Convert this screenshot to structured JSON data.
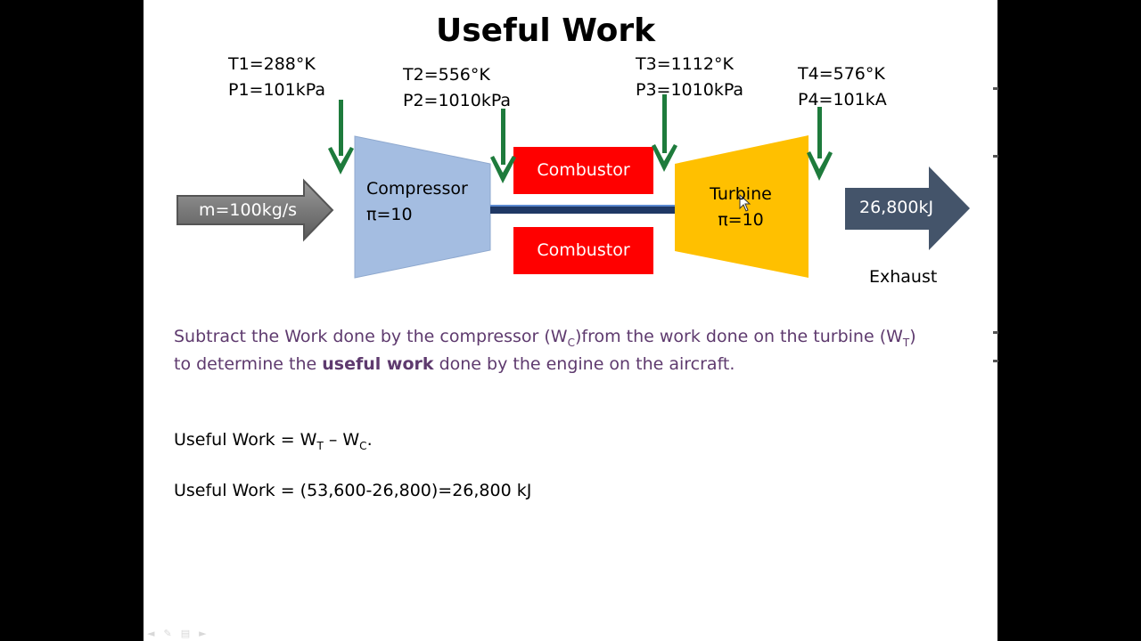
{
  "title": "Useful Work",
  "states": {
    "s1": {
      "t": "T1=288°K",
      "p": "P1=101kPa"
    },
    "s2": {
      "t": "T2=556°K",
      "p": "P2=1010kPa"
    },
    "s3": {
      "t": "T3=1112°K",
      "p": "P3=1010kPa"
    },
    "s4": {
      "t": "T4=576°K",
      "p": "P4=101kA"
    }
  },
  "inlet_arrow": "m=100kg/s",
  "compressor": {
    "name": "Compressor",
    "ratio": "π=10"
  },
  "combustor_top": "Combustor",
  "combustor_bottom": "Combustor",
  "turbine": {
    "name": "Turbine",
    "ratio": "π=10"
  },
  "output_arrow": "26,800kJ",
  "exhaust": "Exhaust",
  "paragraph": {
    "p1": "Subtract the Work done by the compressor (W",
    "s1": "C",
    "p2": ")from the work done on the turbine (W",
    "s2": "T",
    "p3": ")",
    "p4": "to determine the ",
    "bold": "useful work",
    "p5": " done by the engine on the aircraft."
  },
  "equation1": {
    "prefix": "Useful Work = W",
    "sub1": "T",
    "mid": " – W",
    "sub2": "C",
    "suffix": "."
  },
  "equation2": "Useful Work = (53,600-26,800)=26,800 kJ",
  "colors": {
    "title_text": "#000000",
    "paragraph_text": "#5e3a6e",
    "compressor": "#a4bde1",
    "combustor": "#ff0000",
    "turbine": "#ffc000",
    "shaft": "#1f3864",
    "green_arrow": "#1e7b3c",
    "inlet_arrow": "#7f7f7f",
    "output_arrow": "#44546a"
  },
  "icons": [
    "green-down-arrow",
    "gray-inlet-arrow",
    "blue-output-arrow",
    "mouse-cursor-icon"
  ]
}
